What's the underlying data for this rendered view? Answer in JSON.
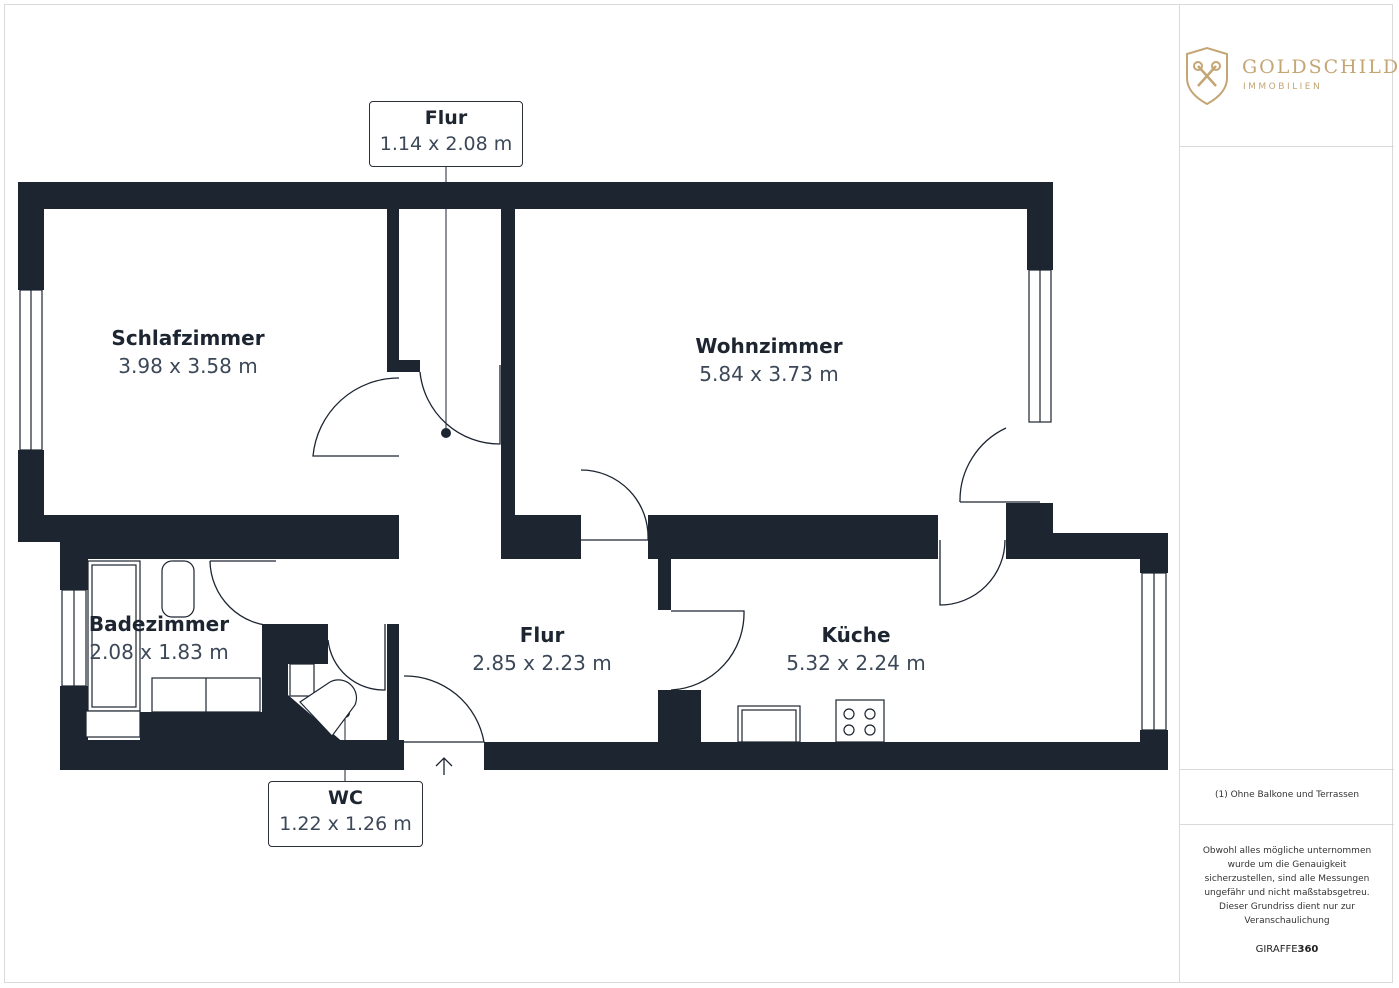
{
  "rooms": {
    "schlafzimmer": {
      "name": "Schlafzimmer",
      "dims": "3.98 x 3.58 m"
    },
    "wohnzimmer": {
      "name": "Wohnzimmer",
      "dims": "5.84 x 3.73 m"
    },
    "badezimmer": {
      "name": "Badezimmer",
      "dims": "2.08 x 1.83 m"
    },
    "flur_main": {
      "name": "Flur",
      "dims": "2.85 x 2.23 m"
    },
    "kueche": {
      "name": "Küche",
      "dims": "5.32 x 2.24 m"
    }
  },
  "callouts": {
    "flur_top": {
      "name": "Flur",
      "dims": "1.14 x 2.08 m"
    },
    "wc": {
      "name": "WC",
      "dims": "1.22 x 1.26 m"
    }
  },
  "sidebar": {
    "logo_name": "GOLDSCHILD",
    "logo_sub": "IMMOBILIEN",
    "note": "(1) Ohne Balkone und Terrassen",
    "disclaimer": "Obwohl alles mögliche unternommen wurde um die Genauigkeit sicherzustellen, sind alle Messungen ungefähr und nicht maßstabsgetreu. Dieser Grundriss dient nur zur Veranschaulichung",
    "brand_a": "GIRAFFE",
    "brand_b": "360"
  },
  "colors": {
    "wall": "#1d2531",
    "gold": "#c4a675"
  }
}
